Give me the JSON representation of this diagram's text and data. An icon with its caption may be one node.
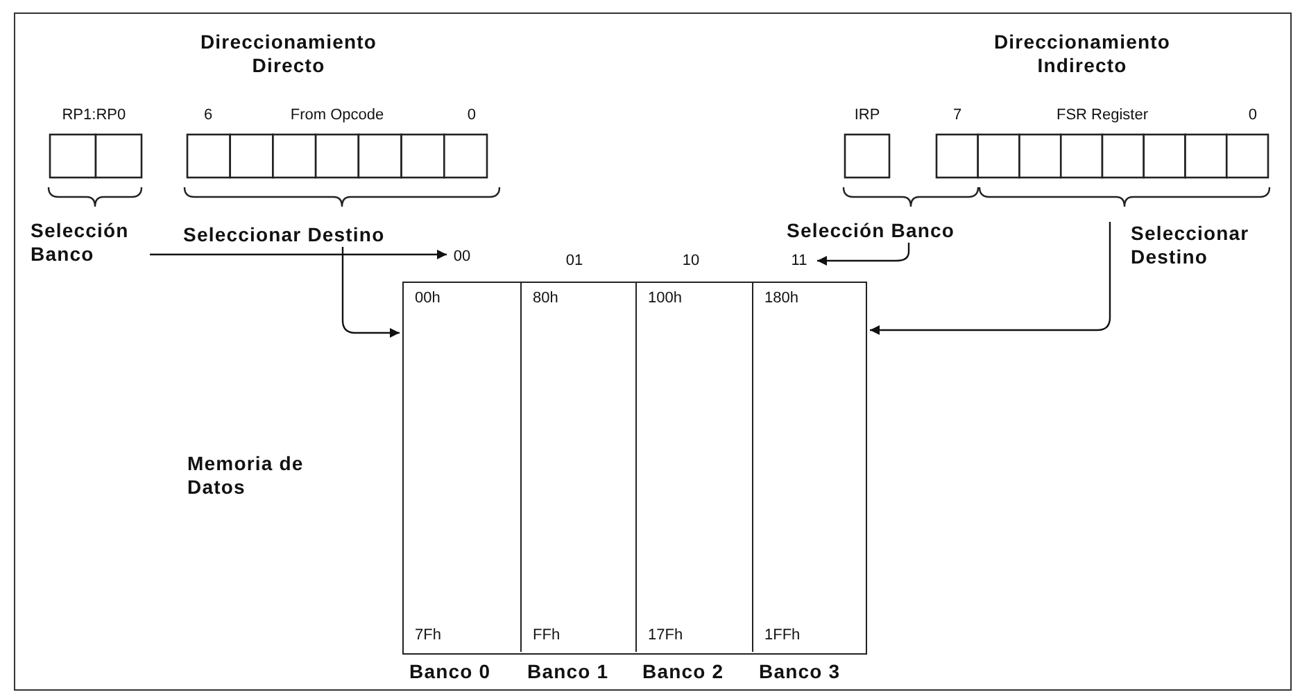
{
  "diagram": {
    "nodes": [
      {
        "text": [
          "RP1:RP0"
        ]
      },
      {
        "text": [
          "6",
          "From Opcode",
          "0"
        ]
      },
      {
        "text": [
          "IRP"
        ]
      },
      {
        "text": [
          "7",
          "FSR Register",
          "0"
        ]
      },
      {
        "text": [
          "Selección Banco"
        ]
      },
      {
        "text": [
          "Seleccionar Destino"
        ]
      },
      {
        "text": [
          "Selección Banco"
        ]
      },
      {
        "text": [
          "Seleccionar Destino"
        ]
      },
      {
        "text": [
          "00"
        ]
      },
      {
        "text": [
          "01"
        ]
      },
      {
        "text": [
          "10"
        ]
      },
      {
        "text": [
          "11"
        ]
      },
      {
        "text": [],
        "shape": "box"
      },
      {
        "text": [
          "00h",
          "7Fh"
        ],
        "in": 12,
        "beside": [
          "Banco 0"
        ]
      },
      {
        "text": [
          "80h",
          "FFh"
        ],
        "in": 12,
        "beside": [
          "Banco 1"
        ]
      },
      {
        "text": [
          "100h",
          "17Fh"
        ],
        "in": 12,
        "beside": [
          "Banco 2"
        ]
      },
      {
        "text": [
          "180h",
          "1FFh"
        ],
        "in": 12,
        "beside": [
          "Banco 3"
        ]
      }
    ],
    "edges": [
      {
        "from": 4,
        "to": 8,
        "arrow": "to"
      },
      {
        "from": 5,
        "to": 12,
        "arrow": "to"
      },
      {
        "from": 6,
        "to": 11,
        "arrow": "to"
      },
      {
        "from": 7,
        "to": 12,
        "arrow": "to"
      }
    ],
    "labels": [
      "Direccionamiento Directo",
      "Direccionamiento Indirecto",
      "Memoria de Datos"
    ]
  }
}
